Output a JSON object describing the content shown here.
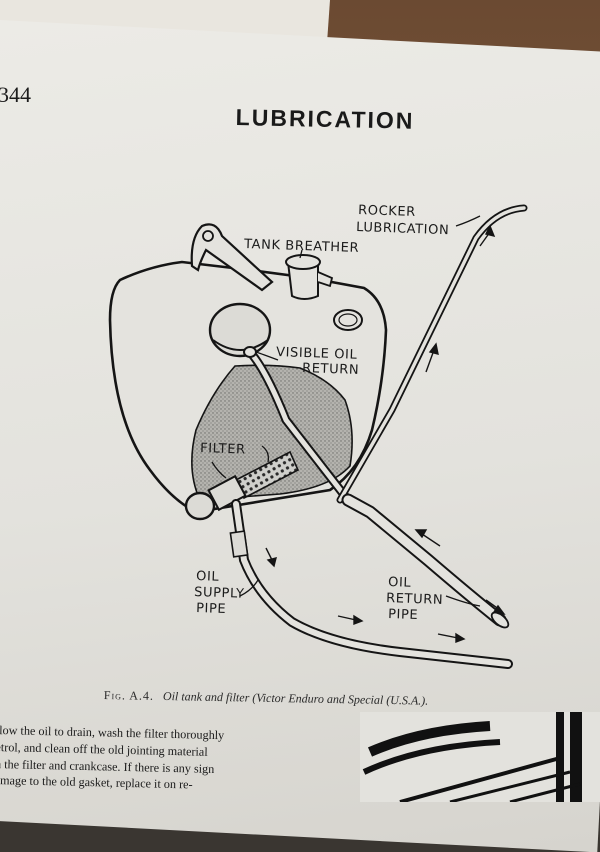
{
  "page": {
    "number": "344",
    "title": "LUBRICATION"
  },
  "figure": {
    "labels": {
      "rocker_line1": "ROCKER",
      "rocker_line2": "LUBRICATION",
      "tank_breather": "TANK BREATHER",
      "visible_oil_line1": "VISIBLE OIL",
      "visible_oil_line2": "RETURN",
      "filter": "FILTER",
      "supply_line1": "OIL",
      "supply_line2": "SUPPLY",
      "supply_line3": "PIPE",
      "return_line1": "OIL",
      "return_line2": "RETURN",
      "return_line3": "PIPE"
    },
    "caption": {
      "fig_number": "Fig. A.4.",
      "text": "Oil tank and filter (Victor Enduro and Special (U.S.A.)."
    }
  },
  "body_text": {
    "lines": [
      "llow the oil to drain, wash the filter thoroughly",
      "etrol, and clean off the old jointing material",
      "n the filter and crankcase.  If there is any sign",
      "amage to the old gasket, replace it on re-"
    ]
  },
  "colors": {
    "paper": "#e6e5e0",
    "ink": "#1a1a1a",
    "oil_shading": "#9a9a96",
    "table_wood": "#6b4a32"
  }
}
